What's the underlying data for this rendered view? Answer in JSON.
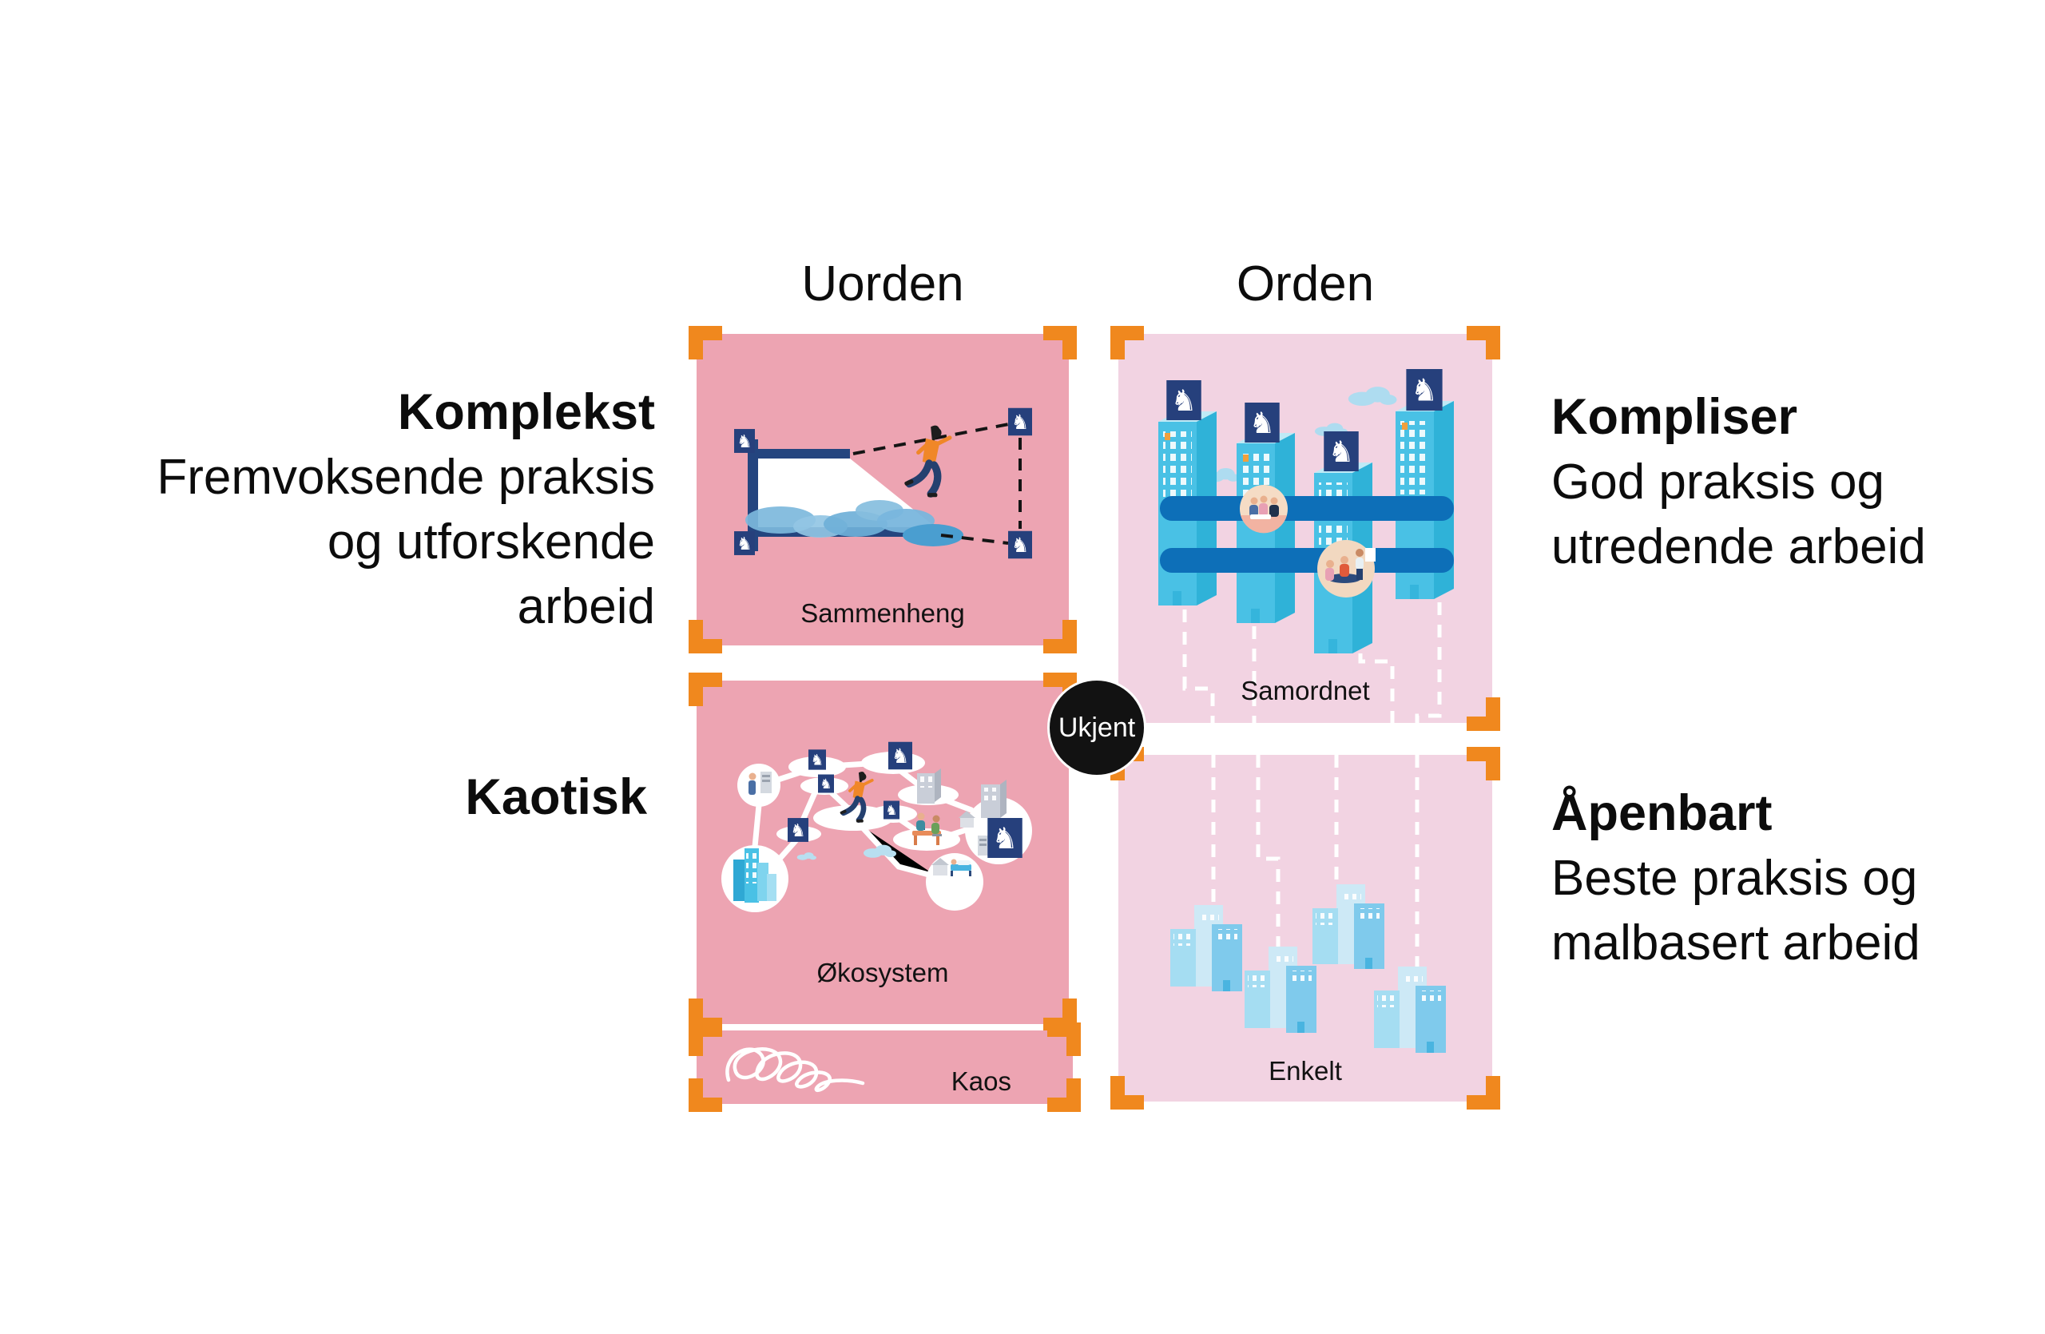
{
  "figure": {
    "columns": [
      {
        "label": "Uorden"
      },
      {
        "label": "Orden"
      }
    ],
    "quadrants": {
      "komplekst": {
        "title": "Komplekst",
        "lines": [
          "Fremvoksende praksis",
          "og utforskende",
          "arbeid"
        ]
      },
      "kompliser": {
        "title": "Kompliser",
        "lines": [
          "God praksis og",
          "utredende arbeid"
        ]
      },
      "kaotisk": {
        "title": "Kaotisk",
        "lines": []
      },
      "apenbart": {
        "title": "Åpenbart",
        "lines": [
          "Beste praksis og",
          "malbasert arbeid"
        ]
      }
    },
    "panels": {
      "sammenheng": {
        "label": "Sammenheng"
      },
      "samordnet": {
        "label": "Samordnet"
      },
      "okosystem": {
        "label": "Økosystem"
      },
      "kaos": {
        "label": "Kaos"
      },
      "enkelt": {
        "label": "Enkelt"
      }
    },
    "center_badge": {
      "label": "Ukjent"
    },
    "icons": {
      "flag_tile": "norway-coat-of-arms"
    },
    "colors": {
      "panel_dark_pink": "#eda4b2",
      "panel_light_pink": "#f2d3e2",
      "bracket_orange": "#f0881e",
      "flag_navy": "#26407c",
      "bar_blue": "#0d6fb8",
      "building_cyan": "#49c1e5",
      "badge_black": "#121212"
    }
  }
}
